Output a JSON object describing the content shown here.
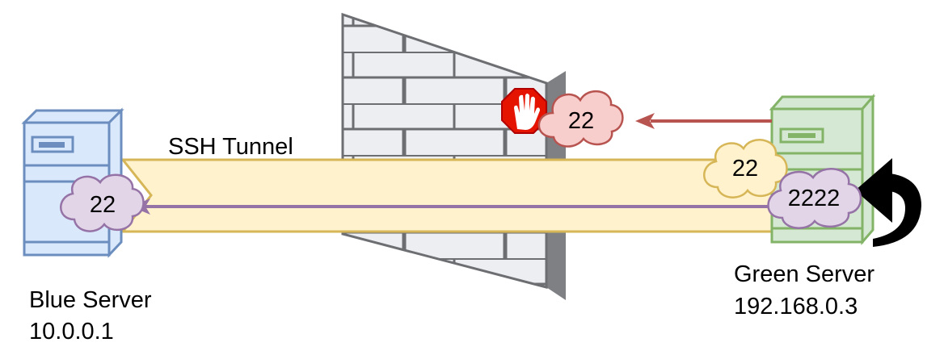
{
  "diagram": {
    "tunnel_label": "SSH Tunnel",
    "blue_server": {
      "name": "Blue Server",
      "ip": "10.0.0.1",
      "port": "22"
    },
    "green_server": {
      "name": "Green Server",
      "ip": "192.168.0.3",
      "port_local": "22",
      "port_forward": "2222"
    },
    "firewall": {
      "blocked_port": "22",
      "icon": "stop-hand-icon"
    },
    "colors": {
      "blue_server": "#6c8ebf",
      "blue_fill": "#dae8fc",
      "green_server": "#82b366",
      "green_fill": "#d5e8d4",
      "tunnel_stroke": "#d6b656",
      "tunnel_fill": "#fff2cc",
      "blocked_arrow": "#b85450",
      "blocked_cloud": "#f8cecc",
      "forward_arrow": "#9673a6",
      "forward_cloud": "#e1d5e7",
      "stop_sign": "#e51400"
    }
  }
}
